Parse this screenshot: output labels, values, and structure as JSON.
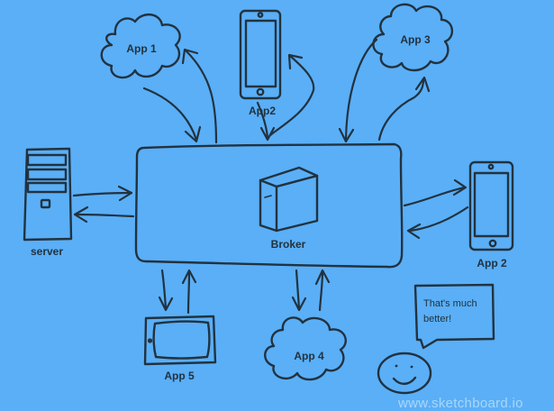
{
  "nodes": {
    "app1": "App 1",
    "app2_top": "App2",
    "app3": "App 3",
    "server": "server",
    "broker": "Broker",
    "app2_right": "App 2",
    "app5": "App 5",
    "app4": "App 4"
  },
  "speech_bubble": {
    "line1": "That's much",
    "line2": "better!"
  },
  "watermark": "www.sketchboard.io",
  "colors": {
    "background": "#5aaff7",
    "stroke": "#22323f",
    "fill": "#5aaff7"
  }
}
